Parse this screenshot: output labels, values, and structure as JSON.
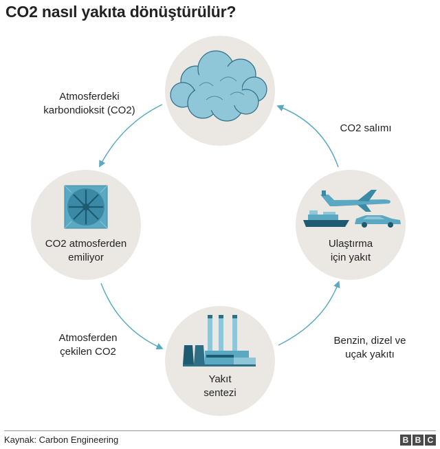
{
  "title": "CO2 nasıl yakıta dönüştürülür?",
  "nodes": {
    "atmosphere": {
      "icon": "cloud-icon"
    },
    "capture": {
      "label_line1": "CO2 atmosferden",
      "label_line2": "emiliyor",
      "icon": "fan-icon"
    },
    "synthesis": {
      "label_line1": "Yakıt",
      "label_line2": "sentezi",
      "icon": "factory-icon"
    },
    "transport": {
      "label_line1": "Ulaştırma",
      "label_line2": "için yakıt",
      "icon": "vehicles-icon"
    }
  },
  "arrows": {
    "atmosphere_to_capture": {
      "line1": "Atmosferdeki",
      "line2": "karbondioksit (CO2)"
    },
    "capture_to_synthesis": {
      "line1": "Atmosferden",
      "line2": "çekilen CO2"
    },
    "synthesis_to_transport": {
      "line1": "Benzin, dizel ve",
      "line2": "uçak yakıtı"
    },
    "transport_to_atmosphere": {
      "line1": "CO2 salımı"
    }
  },
  "footer": {
    "source": "Kaynak: Carbon Engineering",
    "logo": [
      "B",
      "B",
      "C"
    ]
  },
  "colors": {
    "circle": "#ebe7e3",
    "accent": "#5aa8c2",
    "dark": "#1e5a70",
    "light": "#8fc7d8"
  }
}
